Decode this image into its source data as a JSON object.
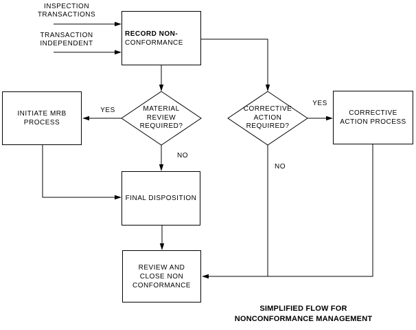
{
  "diagram": {
    "inputs": [
      {
        "line1": "INSPECTION",
        "line2": "TRANSACTIONS"
      },
      {
        "line1": "TRANSACTION",
        "line2": "INDEPENDENT"
      }
    ],
    "nodes": {
      "record": {
        "line1": "RECORD NON-",
        "line2": "CONFORMANCE"
      },
      "material_decision": {
        "line1": "MATERIAL",
        "line2": "REVIEW",
        "line3": "REQUIRED?"
      },
      "mrb": {
        "line1": "INITIATE MRB",
        "line2": "PROCESS"
      },
      "corrective_decision": {
        "line1": "CORRECTIVE",
        "line2": "ACTION",
        "line3": "REQUIRED?"
      },
      "corrective_process": {
        "line1": "CORRECTIVE",
        "line2": "ACTION PROCESS"
      },
      "final_disposition": {
        "line1": "FINAL DISPOSITION"
      },
      "review_close": {
        "line1": "REVIEW AND",
        "line2": "CLOSE NON",
        "line3": "CONFORMANCE"
      }
    },
    "edge_labels": {
      "material_yes": "YES",
      "material_no": "NO",
      "corrective_yes": "YES",
      "corrective_no": "NO"
    },
    "caption": {
      "line1": "SIMPLIFIED FLOW FOR",
      "line2": "NONCONFORMANCE MANAGEMENT"
    },
    "colors": {
      "ink": "#000000",
      "background": "#ffffff"
    }
  }
}
